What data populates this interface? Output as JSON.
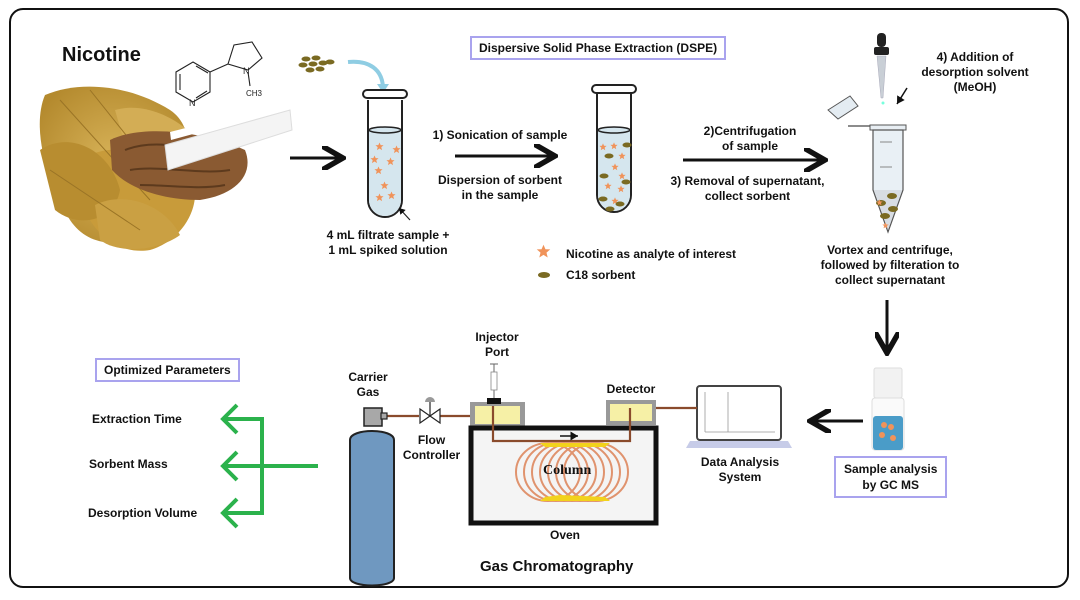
{
  "diagram": {
    "title": "Nicotine",
    "dspe_title": "Dispersive Solid Phase Extraction (DSPE)",
    "molecule": {
      "atom_n_ring": "N",
      "atom_n_pyrrolidine": "N",
      "methyl": "CH3"
    },
    "sample_label": [
      "4 mL filtrate sample +",
      "1 mL spiked solution"
    ],
    "step1": {
      "top": "1) Sonication of sample",
      "bottom": [
        "Dispersion of sorbent",
        "in the sample"
      ]
    },
    "step2": {
      "top": [
        "2)Centrifugation",
        "of sample"
      ],
      "bottom": [
        "3) Removal of supernatant,",
        "collect sorbent"
      ]
    },
    "step4": [
      "4) Addition of",
      "desorption solvent",
      "(MeOH)"
    ],
    "vortex_label": [
      "Vortex and centrifuge,",
      "followed by filteration to",
      "collect supernatant"
    ],
    "legend": [
      {
        "symbol": "star",
        "color": "#f0935a",
        "label": "Nicotine as analyte of interest"
      },
      {
        "symbol": "ellipse",
        "color": "#7a6a22",
        "label": "C18 sorbent"
      }
    ],
    "gc_analysis_box": [
      "Sample analysis",
      "by GC MS"
    ],
    "gc": {
      "title": "Gas Chromatography",
      "carrier_gas": [
        "Carrier",
        "Gas"
      ],
      "flow_controller": [
        "Flow",
        "Controller"
      ],
      "injector": [
        "Injector",
        "Port"
      ],
      "detector": "Detector",
      "column": "Column",
      "oven": "Oven",
      "data_system": [
        "Data Analysis",
        "System"
      ]
    },
    "optimized": {
      "title": "Optimized Parameters",
      "items": [
        "Extraction Time",
        "Sorbent Mass",
        "Desorption Volume"
      ]
    },
    "colors": {
      "analyte": "#f0935a",
      "sorbent": "#7a6a22",
      "liquid": "#d5e6ee",
      "box_border": "#a9a3ee",
      "arrow_green": "#2bb24c",
      "cylinder": "#6f98c0",
      "tubing": "#8a4b2c",
      "coil": "#e0936e",
      "heater": "#f2d21c"
    }
  }
}
